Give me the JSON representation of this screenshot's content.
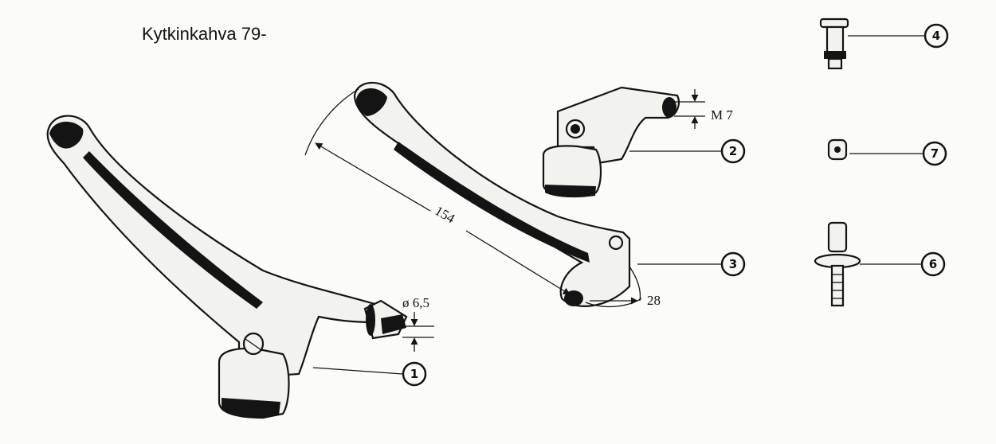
{
  "title": "Kytkinkahva 79-",
  "dimensions": {
    "cable_diameter": "ø 6,5",
    "thread": "M 7",
    "lever_length": "154",
    "pivot_offset": "28"
  },
  "callouts": [
    {
      "number": "1",
      "part": "clutch-lever-assembly"
    },
    {
      "number": "2",
      "part": "lever-bracket"
    },
    {
      "number": "3",
      "part": "lever-blade"
    },
    {
      "number": "4",
      "part": "pivot-bolt"
    },
    {
      "number": "6",
      "part": "cable-adjuster"
    },
    {
      "number": "7",
      "part": "cable-nipple"
    }
  ],
  "colors": {
    "ink": "#141414",
    "paper": "#fbfbf9"
  }
}
